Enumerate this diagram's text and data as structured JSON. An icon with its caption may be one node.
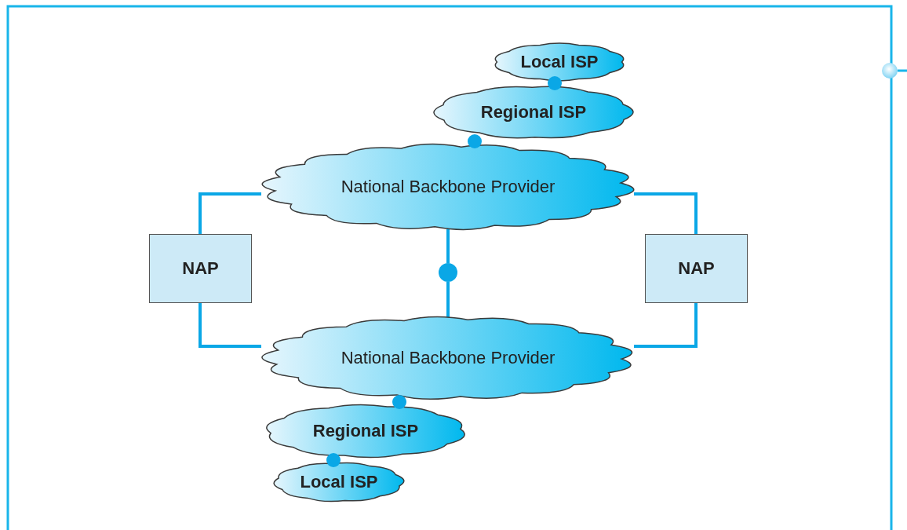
{
  "diagram": {
    "nodes": [
      {
        "text": [
          "Local ISP"
        ]
      },
      {
        "text": [
          "Regional ISP"
        ]
      },
      {
        "text": [
          "National Backbone Provider"
        ]
      },
      {
        "text": [
          "NAP"
        ]
      },
      {
        "text": [
          "NAP"
        ]
      },
      {
        "text": [
          "National Backbone Provider"
        ]
      },
      {
        "text": [
          "Regional ISP"
        ]
      },
      {
        "text": [
          "Local ISP"
        ]
      },
      {
        "text": [],
        "shape": "circle"
      }
    ],
    "edges": [
      {
        "from": 2,
        "to": 3,
        "arrow": "none"
      },
      {
        "from": 3,
        "to": 5,
        "arrow": "none"
      },
      {
        "from": 2,
        "to": 4,
        "arrow": "none"
      },
      {
        "from": 4,
        "to": 5,
        "arrow": "none"
      },
      {
        "from": 2,
        "to": 8,
        "arrow": "none"
      },
      {
        "from": 8,
        "to": 5,
        "arrow": "none"
      }
    ]
  }
}
